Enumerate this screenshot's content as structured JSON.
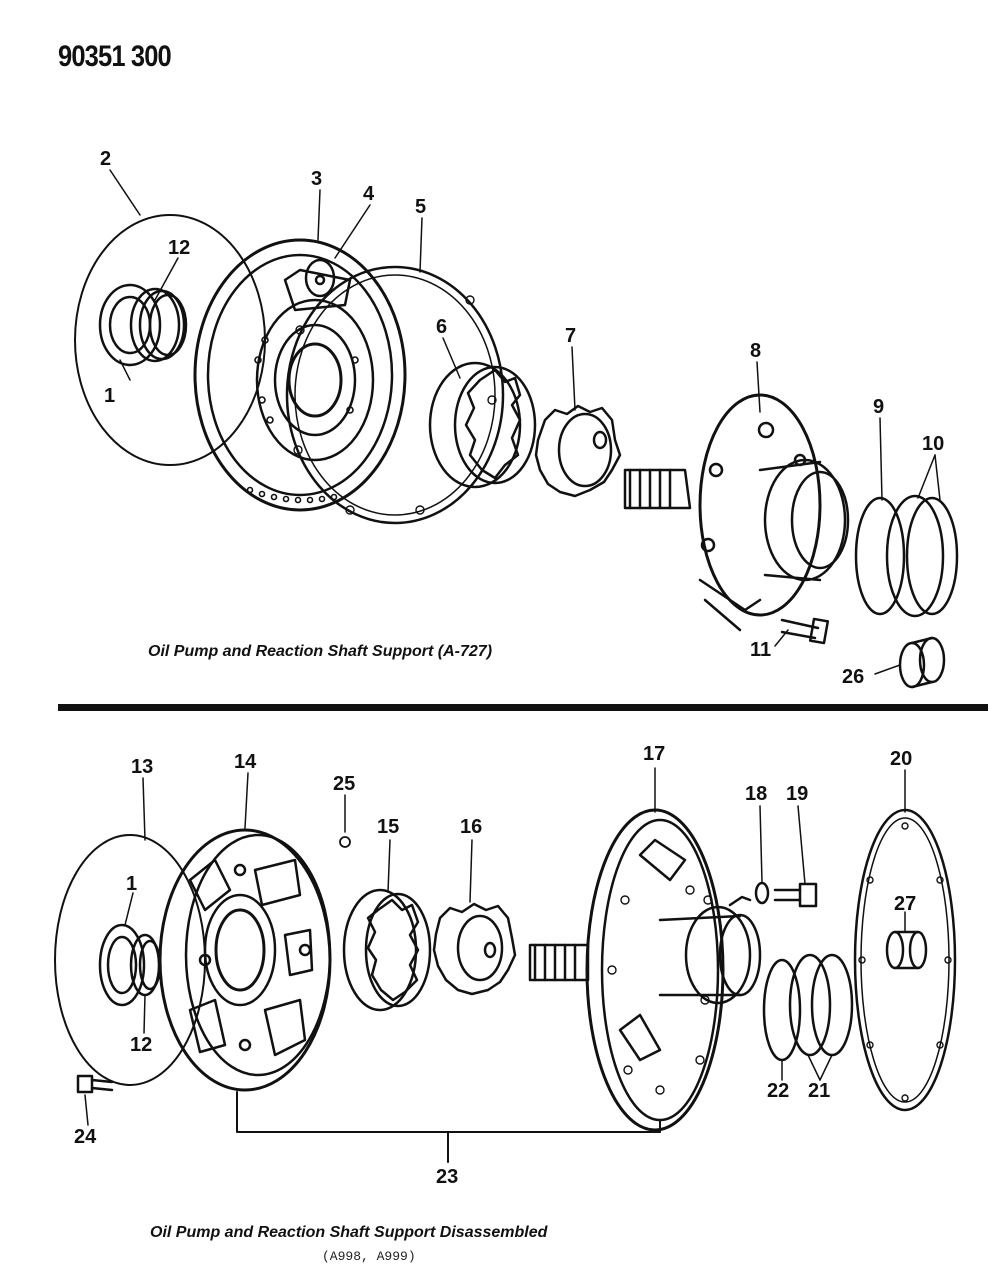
{
  "header": {
    "doc_id": "90351 300"
  },
  "top_diagram": {
    "caption": "Oil Pump and Reaction Shaft Support (A-727)",
    "callouts": [
      "1",
      "2",
      "3",
      "4",
      "5",
      "6",
      "7",
      "8",
      "9",
      "10",
      "11",
      "12",
      "26"
    ]
  },
  "bottom_diagram": {
    "caption": "Oil Pump and Reaction Shaft Support Disassembled",
    "models": "(A998, A999)",
    "callouts": [
      "1",
      "12",
      "13",
      "14",
      "15",
      "16",
      "17",
      "18",
      "19",
      "20",
      "21",
      "22",
      "23",
      "24",
      "25",
      "27"
    ]
  },
  "colors": {
    "ink": "#111111",
    "paper": "#ffffff"
  }
}
